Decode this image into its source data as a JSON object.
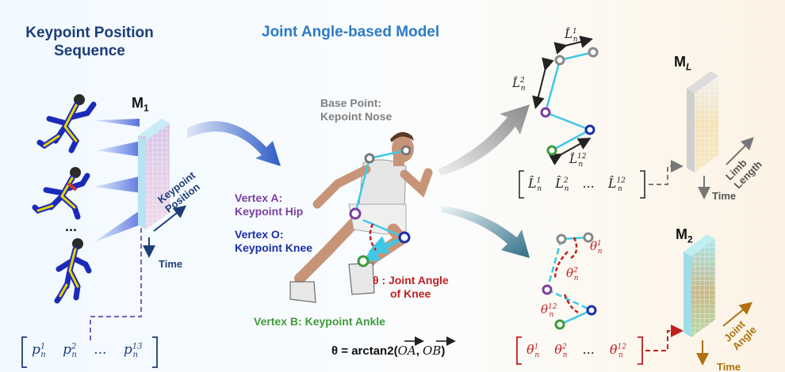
{
  "left": {
    "title_line1": "Keypoint Position",
    "title_line2": "Sequence",
    "matrix_label": "M",
    "matrix_sub": "1",
    "axis_position_line1": "Keypoint",
    "axis_position_line2": "Position",
    "axis_time": "Time",
    "ellipsis": "...",
    "vector_items": [
      "p",
      "p",
      "...",
      "p"
    ],
    "vector_sups": [
      "1",
      "2",
      "",
      "13"
    ],
    "vector_sub": "n"
  },
  "center": {
    "title": "Joint Angle-based Model",
    "base_point_line1": "Base Point:",
    "base_point_line2": "Kepoint Nose",
    "vertex_a_line1": "Vertex A:",
    "vertex_a_line2": "Keypoint Hip",
    "vertex_o_line1": "Vertex O:",
    "vertex_o_line2": "Keypoint Knee",
    "vertex_b": "Vertex B: Keypoint Ankle",
    "theta_line1": "θ : Joint Angle",
    "theta_line2": "of Knee",
    "formula_left": "θ = arctan2(",
    "formula_oa": "OA",
    "formula_comma": ", ",
    "formula_ob": "OB",
    "formula_right": ")"
  },
  "right_top": {
    "limb_labels": [
      "L̂",
      "L̂",
      "L̂"
    ],
    "limb_sups": [
      "1",
      "2",
      "12"
    ],
    "limb_sub": "n",
    "vector_items": [
      "L̂",
      "L̂",
      "...",
      "L̂"
    ],
    "vector_sups": [
      "1",
      "2",
      "",
      "12"
    ],
    "matrix_label": "M",
    "matrix_sub": "L",
    "axis_line1": "Limb",
    "axis_line2": "Length",
    "axis_time": "Time"
  },
  "right_bottom": {
    "angle_labels": [
      "θ",
      "θ",
      "θ"
    ],
    "angle_sups": [
      "1",
      "2",
      "12"
    ],
    "angle_sub": "n",
    "vector_items": [
      "θ",
      "θ",
      "...",
      "θ"
    ],
    "vector_sups": [
      "1",
      "2",
      "",
      "12"
    ],
    "matrix_label": "M",
    "matrix_sub": "2",
    "axis_line1": "Joint",
    "axis_line2": "Angle",
    "axis_time": "Time"
  },
  "colors": {
    "navy": "#1d3d7a",
    "blue_title": "#2b7bc7",
    "purple": "#7a3ea0",
    "knee_blue": "#1a2ea8",
    "green": "#3f9a3a",
    "red": "#c21e1e",
    "cyan": "#3fc8e6",
    "gray": "#808080",
    "orange": "#b0700f"
  }
}
